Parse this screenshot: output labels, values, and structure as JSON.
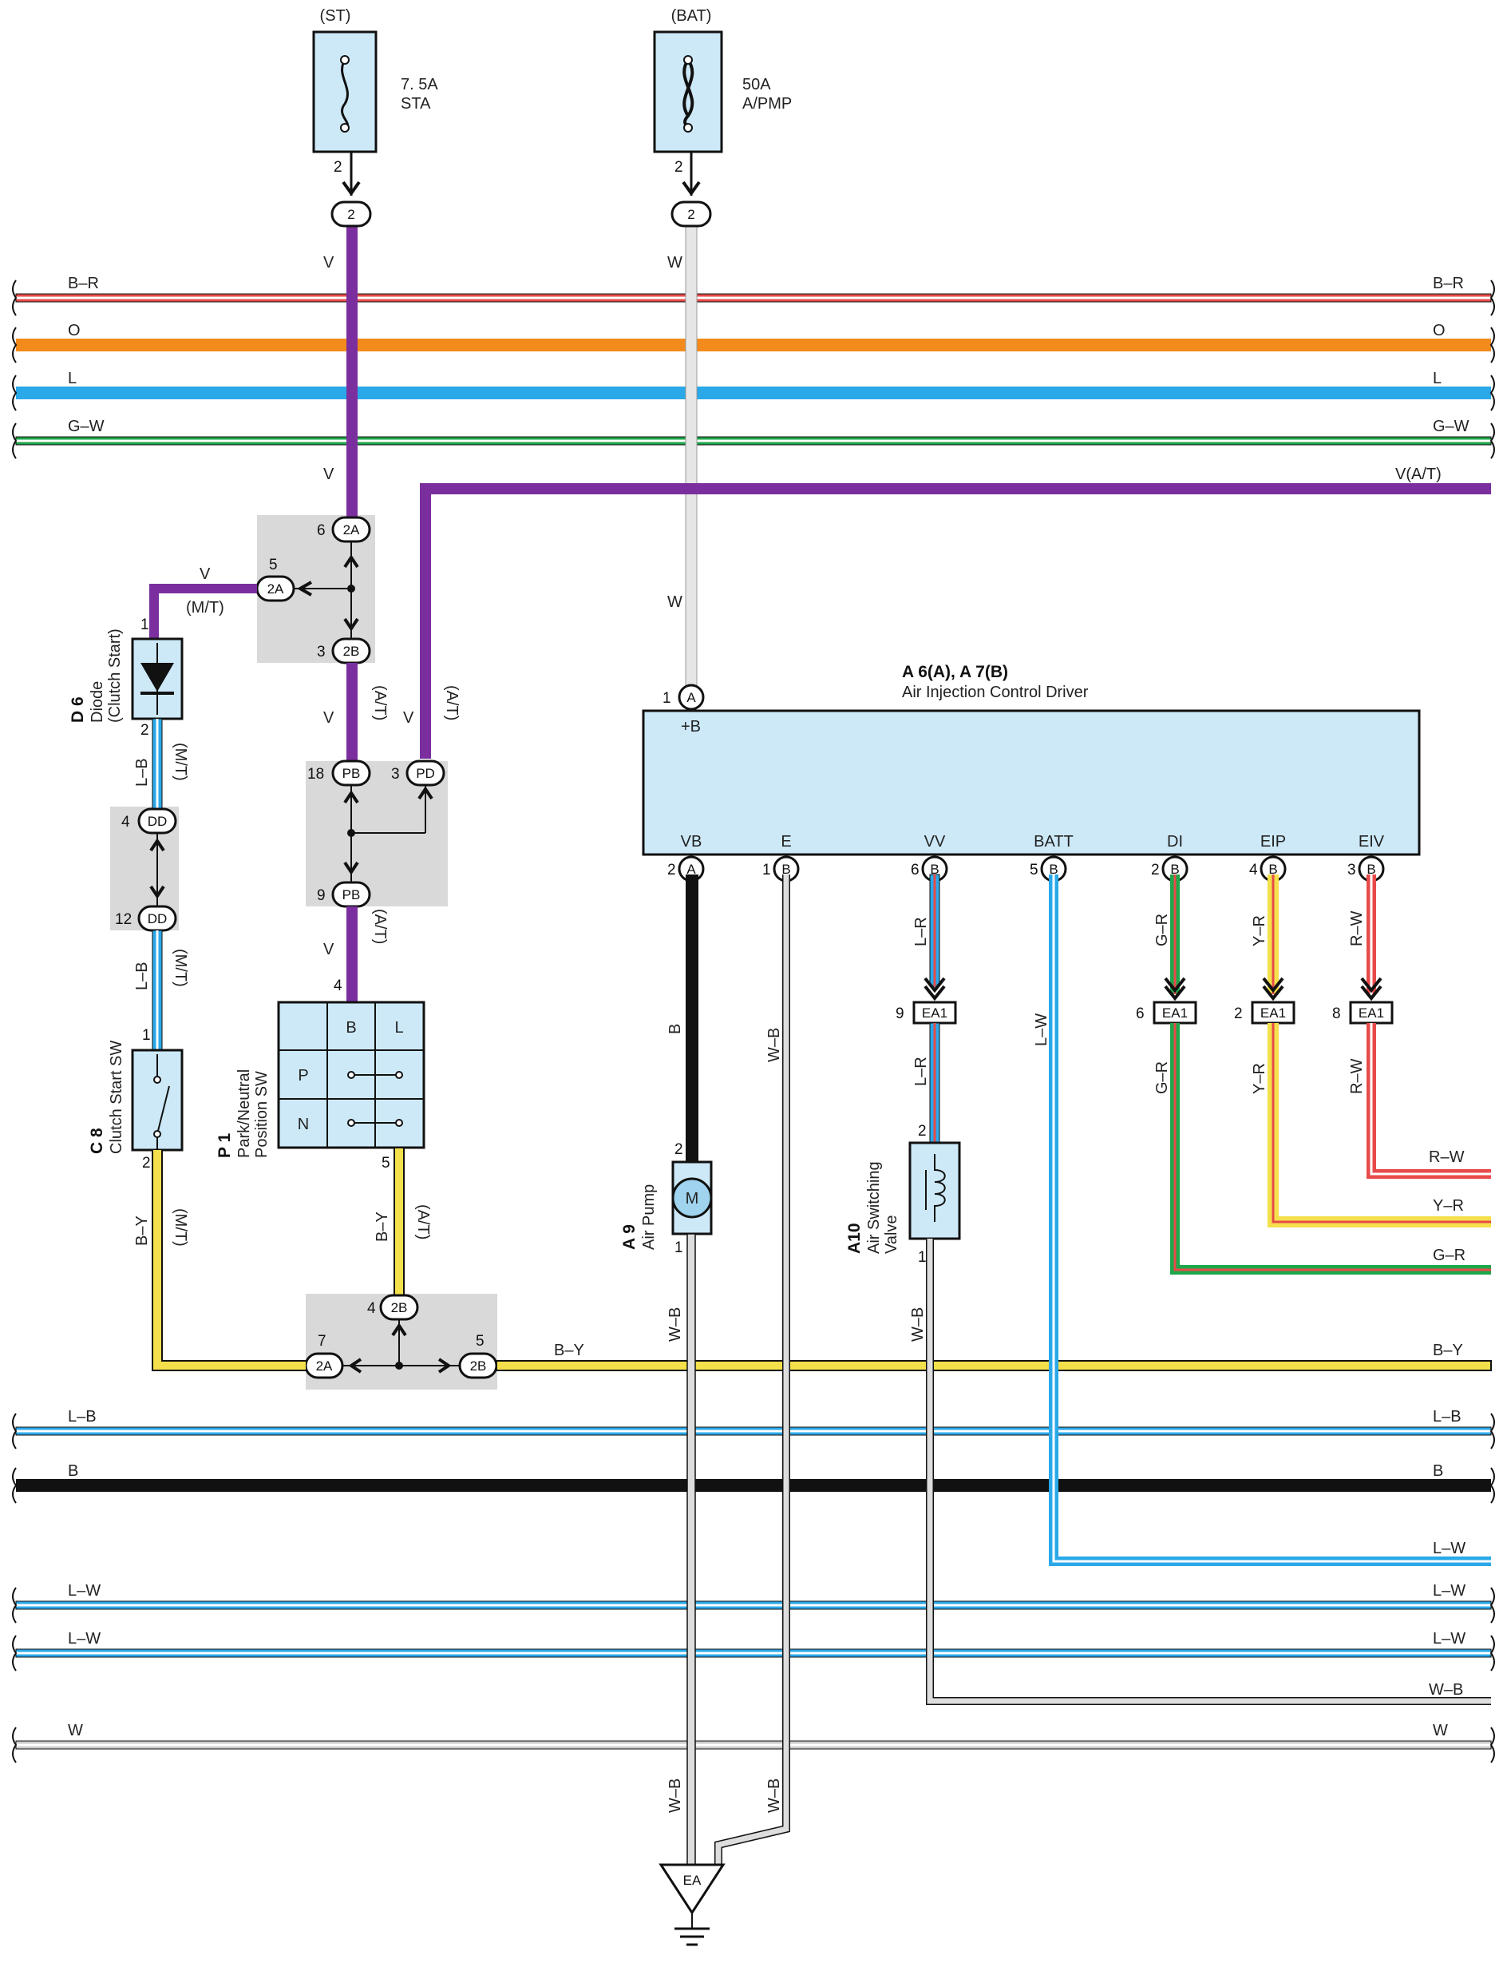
{
  "fuses": {
    "st": {
      "source": "(ST)",
      "rating": "7. 5A",
      "name": "STA",
      "pin": "2",
      "conn": "2"
    },
    "bat": {
      "source": "(BAT)",
      "rating": "50A",
      "name": "A/PMP",
      "pin": "2",
      "conn": "2"
    }
  },
  "bus_wires": [
    {
      "label": "B–R",
      "color": "#e84a4a",
      "stripe": "#ffffff"
    },
    {
      "label": "O",
      "color": "#f28b1c"
    },
    {
      "label": "L",
      "color": "#2aa8e8"
    },
    {
      "label": "G–W",
      "color": "#1fa64a",
      "stripe": "#ffffff"
    },
    {
      "label": "L–B",
      "color": "#2aa8e8",
      "stripe": "#ffffff"
    },
    {
      "label": "B",
      "color": "#111111"
    },
    {
      "label": "L–W",
      "color": "#2aa8e8",
      "stripe": "#ffffff"
    },
    {
      "label": "L–W",
      "color": "#2aa8e8",
      "stripe": "#ffffff"
    },
    {
      "label": "W",
      "color": "#cccccc",
      "stripe": "#ffffff"
    }
  ],
  "right_labels": {
    "v_at": "V(A/T)",
    "r_w": "R–W",
    "y_r": "Y–R",
    "g_r": "G–R",
    "b_y": "B–Y",
    "l_w": "L–W",
    "w_b": "W–B"
  },
  "wire_labels": {
    "v": "V",
    "w": "W",
    "mt": "(M/T)",
    "at": "(A/T)",
    "l_b": "L–B",
    "b_y": "B–Y",
    "b": "B",
    "w_b": "W–B",
    "l_r": "L–R",
    "l_w": "L–W",
    "g_r": "G–R",
    "y_r": "Y–R",
    "r_w": "R–W"
  },
  "junctions": {
    "j2a": "2A",
    "j2b": "2B",
    "pb": "PB",
    "pd": "PD",
    "dd": "DD",
    "ea1": "EA1",
    "ea": "EA"
  },
  "pins": {
    "p6": "6",
    "p5": "5",
    "p3": "3",
    "p18": "18",
    "p9": "9",
    "p4": "4",
    "p12": "12",
    "p1": "1",
    "p2": "2",
    "p7": "7",
    "p8": "8"
  },
  "components": {
    "d6": {
      "id": "D 6",
      "name": "Diode",
      "sub": "(Clutch Start)"
    },
    "c8": {
      "id": "C 8",
      "name": "Clutch Start SW"
    },
    "p1": {
      "id": "P 1",
      "name": "Park/Neutral",
      "sub": "Position SW",
      "cols": [
        "B",
        "L"
      ],
      "rows": [
        "P",
        "N"
      ]
    },
    "a9": {
      "id": "A 9",
      "name": "Air Pump",
      "motor": "M"
    },
    "a10": {
      "id": "A10",
      "name": "Air Switching",
      "sub": "Valve"
    }
  },
  "ecu": {
    "title": "A 6(A), A 7(B)",
    "name": "Air Injection Control Driver",
    "plus_b": "+B",
    "terminals": [
      {
        "name": "VB",
        "pin": "2",
        "conn": "A"
      },
      {
        "name": "E",
        "pin": "1",
        "conn": "B"
      },
      {
        "name": "VV",
        "pin": "6",
        "conn": "B"
      },
      {
        "name": "BATT",
        "pin": "5",
        "conn": "B"
      },
      {
        "name": "DI",
        "pin": "2",
        "conn": "B"
      },
      {
        "name": "EIP",
        "pin": "4",
        "conn": "B"
      },
      {
        "name": "EIV",
        "pin": "3",
        "conn": "B"
      }
    ],
    "top_pin": "1",
    "top_conn": "A"
  }
}
